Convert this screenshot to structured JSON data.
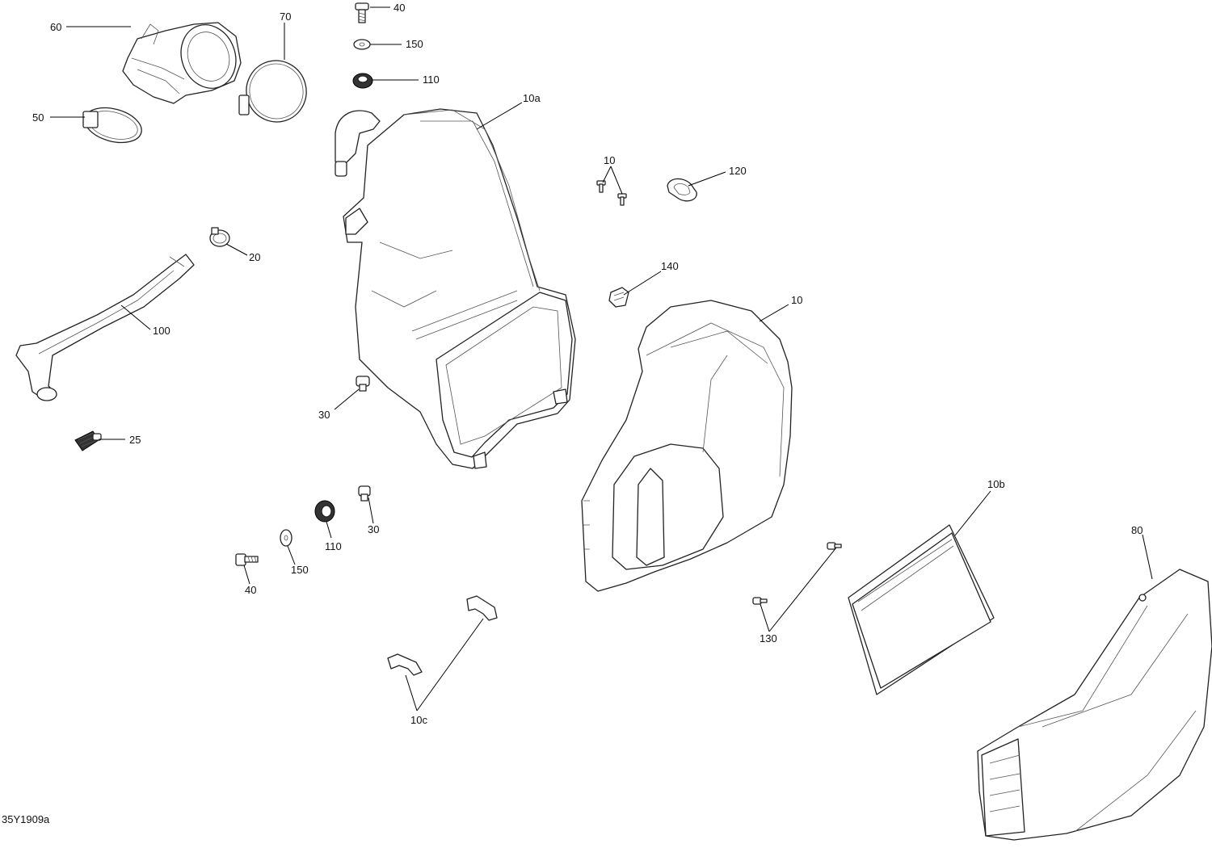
{
  "diagram_ref": "35Y1909a",
  "callouts": {
    "c60": "60",
    "c70": "70",
    "c40a": "40",
    "c150a": "150",
    "c110a": "110",
    "c10a": "10a",
    "c50": "50",
    "c10s": "10",
    "c120": "120",
    "c20": "20",
    "c140": "140",
    "c100": "100",
    "c10": "10",
    "c30a": "30",
    "c25": "25",
    "c30b": "30",
    "c110b": "110",
    "c150b": "150",
    "c40b": "40",
    "c10b": "10b",
    "c80": "80",
    "c130": "130",
    "c10c": "10c"
  }
}
